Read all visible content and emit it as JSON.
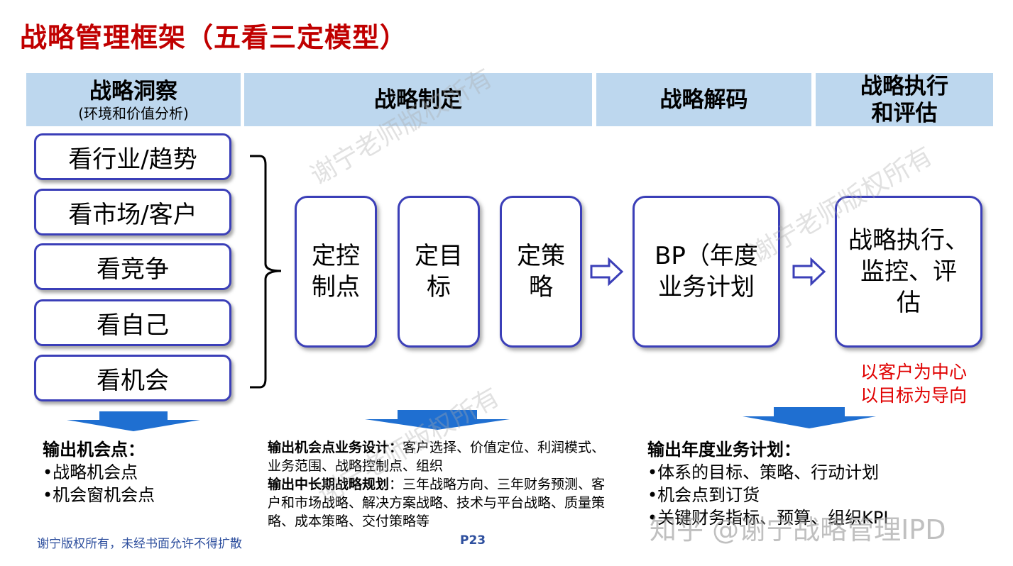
{
  "title": "战略管理框架（五看三定模型）",
  "headers": {
    "insight": {
      "main": "战略洞察",
      "sub": "(环境和价值分析)"
    },
    "formulation": "战略制定",
    "decoding": "战略解码",
    "execution": {
      "line1": "战略执行",
      "line2": "和评估"
    }
  },
  "looks": [
    "看行业/趋势",
    "看市场/客户",
    "看竞争",
    "看自己",
    "看机会"
  ],
  "three_boxes": [
    {
      "line1": "定控",
      "line2": "制点"
    },
    {
      "line1": "定目",
      "line2": "标"
    },
    {
      "line1": "定策",
      "line2": "略"
    }
  ],
  "bp_box": {
    "line1": "BP（年度",
    "line2": "业务计划"
  },
  "exec_box": {
    "line1": "战略执行、",
    "line2": "监控、评",
    "line3": "估"
  },
  "customer_note": {
    "line1": "以客户为中心",
    "line2": "以目标为导向"
  },
  "output_left": {
    "heading": "输出机会点：",
    "items": [
      "•战略机会点",
      "•机会窗机会点"
    ]
  },
  "output_mid": {
    "heading1": "输出机会点业务设计：",
    "text1": "客户选择、价值定位、利润模式、业务范围、战略控制点、组织",
    "heading2": "输出中长期战略规划",
    "text2": "：三年战略方向、三年财务预测、客户和市场战略、解决方案战略、技术与平台战略、质量策略、成本策略、交付策略等"
  },
  "output_right": {
    "heading": "输出年度业务计划：",
    "items": [
      "•体系的目标、策略、行动计划",
      "•机会点到订货",
      "•关键财务指标、预算、组织KPI"
    ]
  },
  "footer_note": "谢宁版权所有，未经书面允许不得扩散",
  "page_number": "P23",
  "watermarks": [
    "谢宁老师版权所有",
    "谢宁老师版权所有",
    "谢宁老师版权所有",
    "知乎 @谢宁战略管理IPD"
  ],
  "colors": {
    "title": "#c00000",
    "header_bg": "#bdd7ee",
    "box_border": "#3b3fb8",
    "arrow": "#1f6fd1",
    "note": "#e00000"
  }
}
